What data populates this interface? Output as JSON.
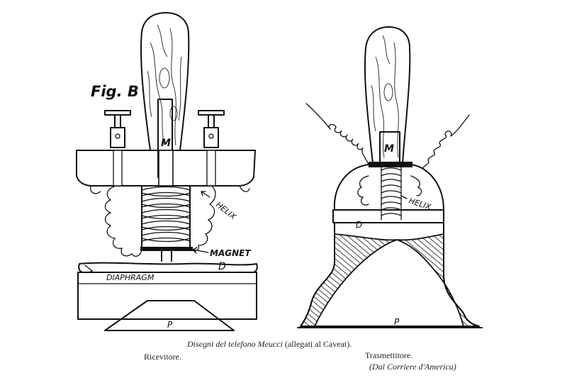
{
  "fig_label": "Fig. B",
  "receiver": {
    "label_m": "M",
    "label_helix": "HELIX",
    "label_magnet": "MAGNET",
    "label_d": "D",
    "label_diaphragm": "DIAPHRAGM",
    "label_p": "P"
  },
  "transmitter": {
    "label_m": "M",
    "label_helix": "HELIX",
    "label_d": "D",
    "label_p": "P"
  },
  "caption": {
    "line1_italic": "Disegni del telefono Meucci",
    "line1_plain": "(allegati al Caveat).",
    "receiver_name": "Ricevitore.",
    "transmitter_name": "Trasmettitore.",
    "source": "(Dal Corriere d'America)"
  }
}
